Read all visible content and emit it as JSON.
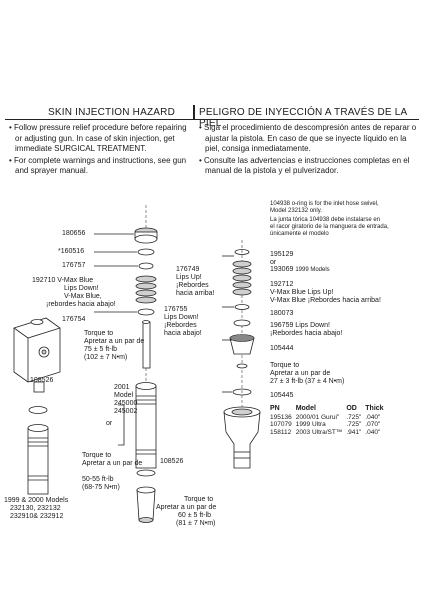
{
  "header": {
    "left": "SKIN INJECTION HAZARD",
    "right": "PELIGRO DE INYECCIÓN A TRAVÉS DE LA PIEL"
  },
  "warnings_en": [
    "• Follow pressure relief procedure before repairing or adjusting gun. In case of skin injection, get immediate SURGICAL TREATMENT.",
    "• For complete warnings and instructions, see gun and sprayer manual."
  ],
  "warnings_es": [
    "• Siga el procedimiento de descompresión antes de reparar o ajustar la pistola. En caso de que se inyecte líquido en la piel, consiga inmediatamente.",
    "• Consulte las advertencias e instrucciones completas en el manual de la pistola y el pulverizador."
  ],
  "labels": {
    "p180656": "180656",
    "p160516": "*160516",
    "p176757": "176757",
    "v_max_left_1": "192710 V-Max Blue",
    "v_max_left_2": "Lips Down!",
    "v_max_left_3": "V-Max Blue,",
    "v_max_left_4": "¡rebordes hacia abajo!",
    "p176754": "176754",
    "p176749_1": "176749",
    "p176749_2": "Lips Up!",
    "p176749_3": "¡Rebordes",
    "p176749_4": "hacia arriba!",
    "p176755_1": "176755",
    "p176755_2": "Lips Down!",
    "p176755_3": "¡Rebordes",
    "p176755_4": "hacia abajo!",
    "torque1_1": "Torque to",
    "torque1_2": "Apretar a un par de",
    "torque1_3": "75 ± 5 ft-lb",
    "torque1_4": "(102 ± 7 N•m)",
    "p108526a": "108526",
    "or_left": "or",
    "model2001_1": "2001",
    "model2001_2": "Model",
    "model2001_3": "245000",
    "model2001_4": "245002",
    "p108526b": "108526",
    "torque2_1": "Torque to",
    "torque2_2": "Apretar a un par de",
    "torque2_3": "50-55 ft-lb",
    "torque2_4": "(68-75 N•m)",
    "models1999_1": "1999 & 2000 Models",
    "models1999_2": "232130, 232132",
    "models1999_3": "232910& 232912",
    "torque3_1": "Torque to",
    "torque3_2": "Apretar a un par de",
    "torque3_3": "60 ± 5 ft-lb",
    "torque3_4": "(81 ± 7 N•m)",
    "oring_note_1": "104938 o-ring is for the inlet hose swivel,",
    "oring_note_2": "Model 232132 only.",
    "oring_note_3": "La junta tórica 104938 debe instalarse en",
    "oring_note_4": "el racor giratorio de la manguera de entrada,",
    "oring_note_5": "únicamente el modelo",
    "p195129": "195129",
    "or_right": "or",
    "p193069": "193069",
    "p193069_note": "1999 Models",
    "r192712_1": "192712",
    "r192712_2": "V-Max Blue Lips Up!",
    "r192712_3": "V-Max Blue ¡Rebordes hacia arriba!",
    "p180073": "180073",
    "p196759_1": "196759 Lips Down!",
    "p196759_2": "¡Rebordes hacia abajo!",
    "p105444": "105444",
    "torque4_1": "Torque to",
    "torque4_2": "Apretar a un par de",
    "torque4_3": "27 ± 3 ft-lb (37 ± 4 N•m)",
    "p105445": "105445"
  },
  "parts_table": {
    "headers": [
      "PN",
      "Model",
      "OD",
      "Thick"
    ],
    "rows": [
      [
        "195136",
        "2000/01 Gurui\"",
        ".725\"",
        ".040\""
      ],
      [
        "107079",
        "1999 Ultra",
        ".725\"",
        ".070\""
      ],
      [
        "158112",
        "2003 Ultra/ST™",
        ".941\"",
        ".040\""
      ]
    ]
  }
}
